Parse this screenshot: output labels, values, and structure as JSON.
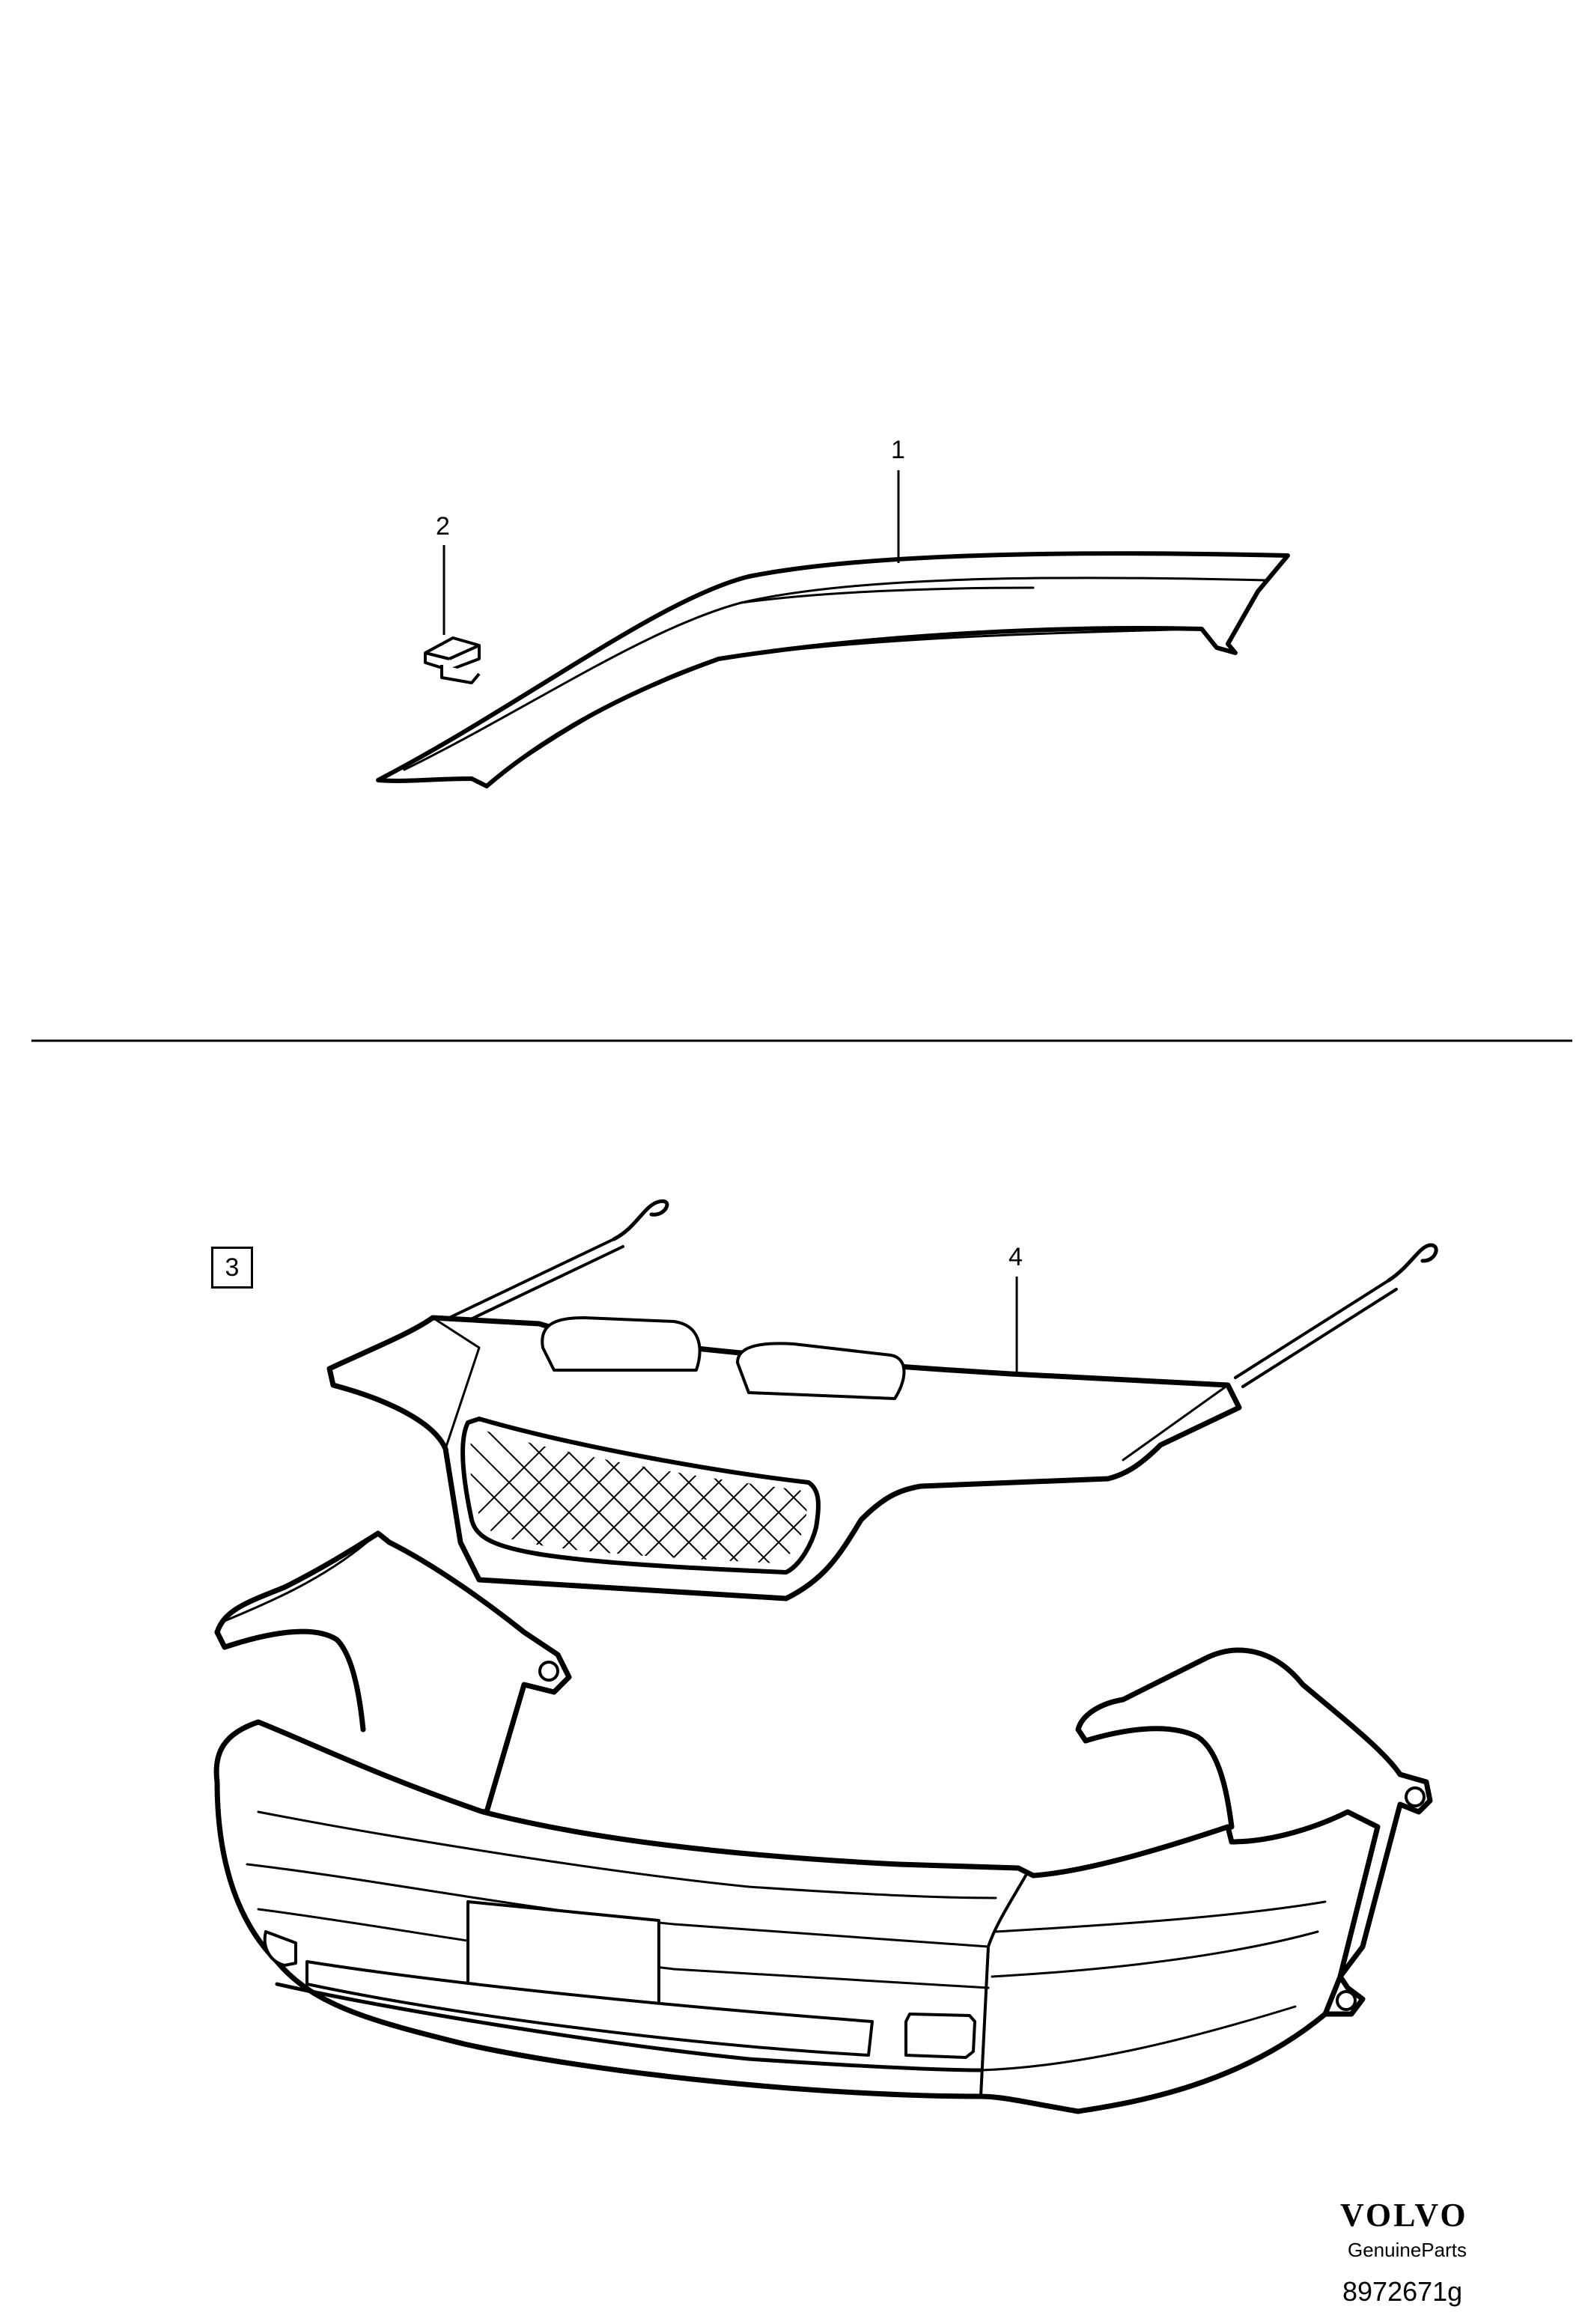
{
  "callouts": {
    "part_1": "1",
    "part_2": "2",
    "part_3": "3",
    "part_4": "4"
  },
  "brand": {
    "name": "VOLVO",
    "sub": "GenuineParts"
  },
  "reference": "8972671g",
  "icons": {
    "windshield_trim": "a-pillar-trim-drawing",
    "clip": "clip-drawing",
    "front_cover": "front-protective-cover-drawing",
    "bumper": "front-bumper-drawing"
  }
}
